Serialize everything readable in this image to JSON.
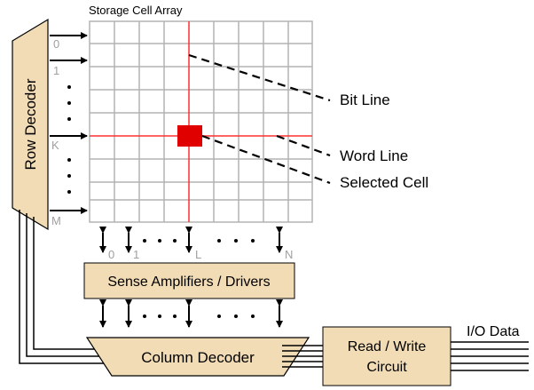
{
  "diagram": {
    "array_title": "Storage Cell Array",
    "row_decoder": "Row Decoder",
    "sense_amps": "Sense Amplifiers / Drivers",
    "column_decoder": "Column Decoder",
    "rw_line1": "Read / Write",
    "rw_line2": "Circuit",
    "io_data": "I/O Data",
    "bit_line": "Bit Line",
    "word_line": "Word Line",
    "selected_cell": "Selected Cell",
    "row_labels": {
      "r0": "0",
      "r1": "1",
      "rk": "K",
      "rm": "M"
    },
    "col_labels": {
      "c0": "0",
      "c1": "1",
      "cl": "L",
      "cn": "N"
    }
  },
  "colors": {
    "box_fill": "#f2dcb6",
    "grid_line": "#b4b4b4",
    "highlight_line": "#ff3030",
    "selected_cell": "#e00000",
    "index_label": "#a0a0a0"
  }
}
